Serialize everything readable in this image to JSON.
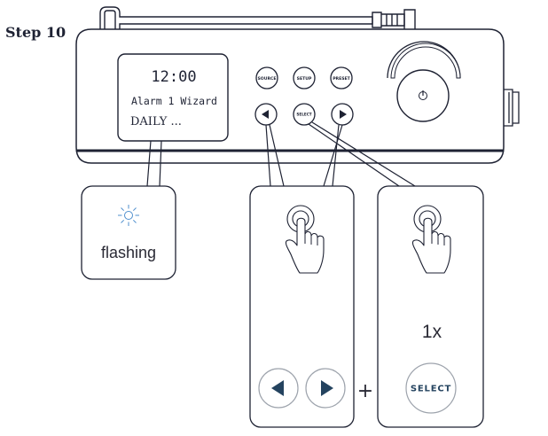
{
  "step": {
    "title": "Step 10"
  },
  "display": {
    "time": "12:00",
    "line1": "Alarm 1 Wizard",
    "line2": "DAILY ..."
  },
  "radio_buttons": {
    "source": "SOURCE",
    "setup": "SETUP",
    "preset": "PRESET",
    "select": "SELECT"
  },
  "callouts": {
    "flashing": {
      "label": "flashing",
      "icon": "sun-icon"
    },
    "navigate": {
      "icons": [
        "hand-press-icon",
        "left-arrow-icon",
        "right-arrow-icon"
      ],
      "plus": "+"
    },
    "confirm": {
      "count": "1x",
      "button_label": "SELECT",
      "icon": "hand-press-icon"
    }
  },
  "colors": {
    "line": "#1e2233",
    "accent_blue": "#24435f",
    "flash_blue": "#4f8fce"
  }
}
